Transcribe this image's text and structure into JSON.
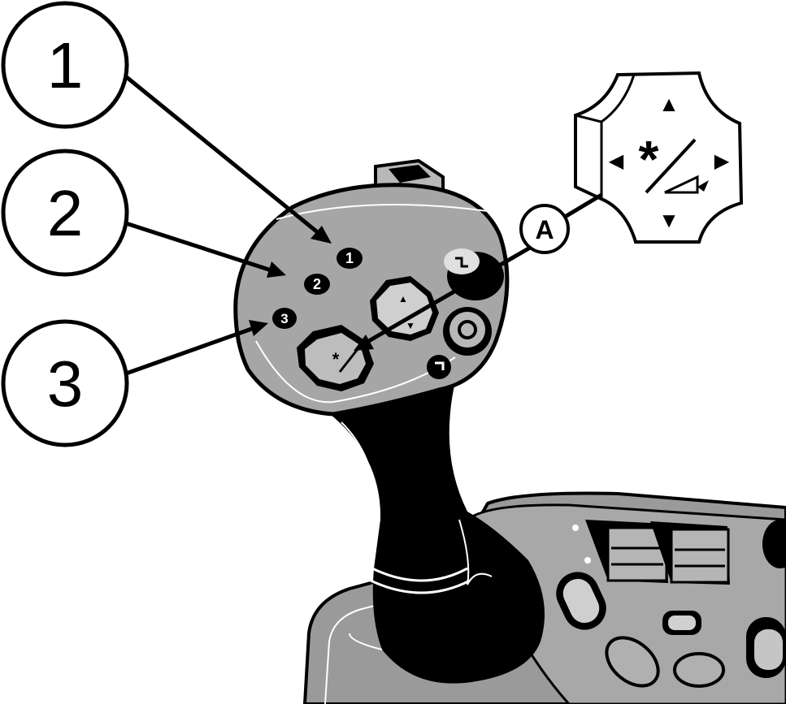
{
  "callouts": [
    {
      "number": "1"
    },
    {
      "number": "2"
    },
    {
      "number": "3"
    }
  ],
  "reference_label": "A",
  "button_labels": [
    "1",
    "2",
    "3"
  ],
  "detail_symbols": {
    "up": "▲",
    "down": "▼",
    "left": "◀",
    "right": "▶",
    "center": "*"
  },
  "colors": {
    "ink": "#000000",
    "handle_gray": "#a6a6a6",
    "console_gray": "#9a9a9a",
    "background": "#ffffff"
  }
}
